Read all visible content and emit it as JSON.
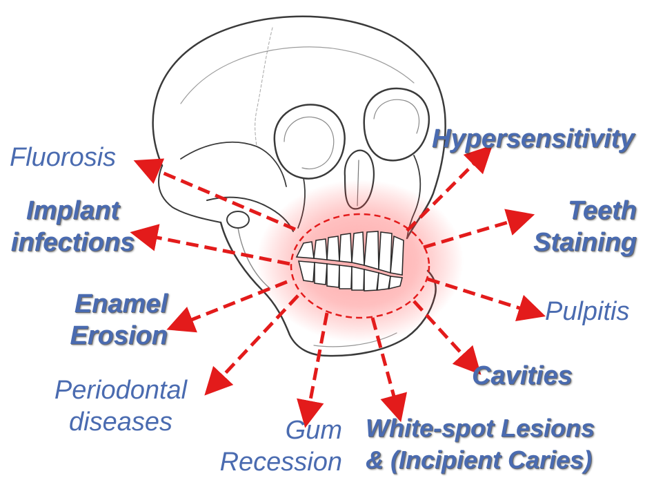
{
  "colors": {
    "label_text": "#4a6bb0",
    "arrow": "#e31b1b",
    "glow": "#ff5a5a",
    "bone_line": "#3a3a3a"
  },
  "labels": {
    "fluorosis": "Fluorosis",
    "implant_infections": [
      "Implant",
      "infections"
    ],
    "enamel_erosion": [
      "Enamel",
      "Erosion"
    ],
    "periodontal_diseases": [
      "Periodontal",
      "diseases"
    ],
    "gum_recession": [
      "Gum",
      "Recession"
    ],
    "white_spot": [
      "White-spot Lesions",
      "& (Incipient Caries)"
    ],
    "cavities": "Cavities",
    "pulpitis": "Pulpitis",
    "teeth_staining": [
      "Teeth",
      "Staining"
    ],
    "hypersensitivity": "Hypersensitivity"
  }
}
